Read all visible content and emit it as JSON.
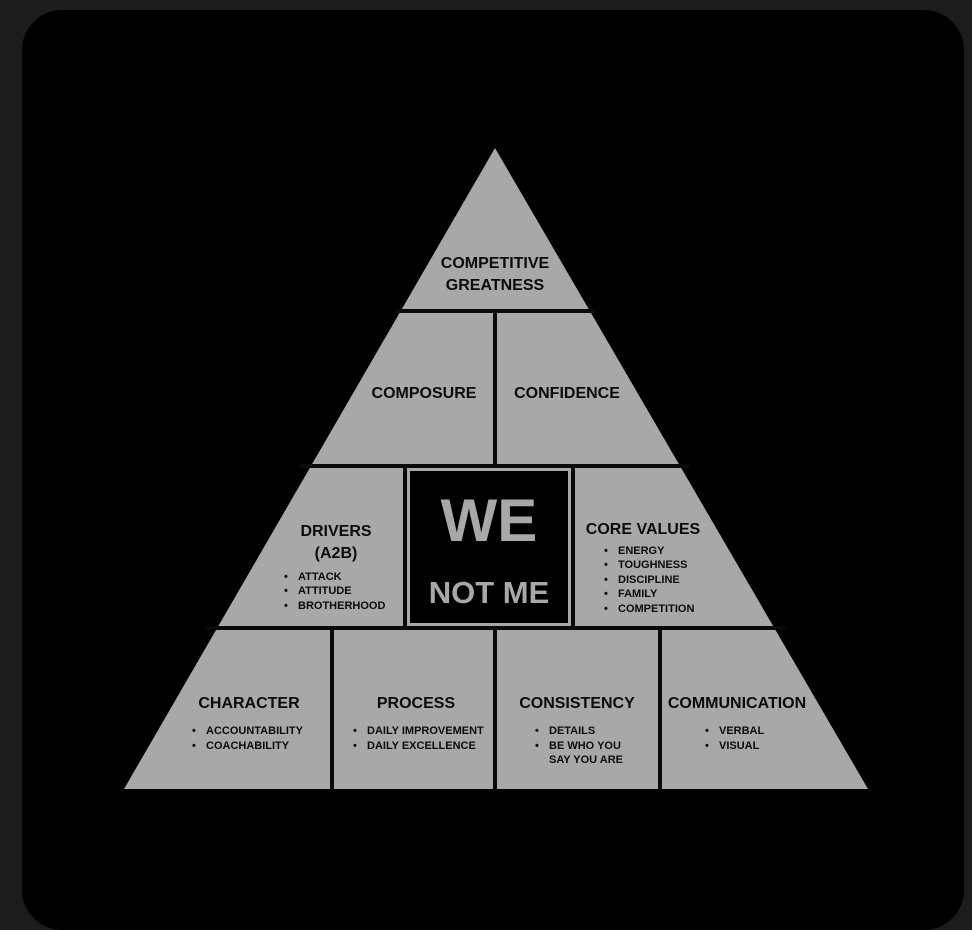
{
  "colors": {
    "page_bg": "#1c1c1c",
    "card_bg": "#000000",
    "block_fill": "#a8a8a8",
    "line": "#0b0b0b",
    "center_bg": "#000000",
    "center_text": "#a8a8a8"
  },
  "pyramid": {
    "apex": {
      "title_lines": [
        "COMPETITIVE",
        "GREATNESS"
      ]
    },
    "tier2": [
      {
        "title": "COMPOSURE"
      },
      {
        "title": "CONFIDENCE"
      }
    ],
    "tier3": {
      "left": {
        "title_lines": [
          "DRIVERS",
          "(A2B)"
        ],
        "bullets": [
          "ATTACK",
          "ATTITUDE",
          "BROTHERHOOD"
        ]
      },
      "center": {
        "line1": "WE",
        "line2": "NOT ME"
      },
      "right": {
        "title": "CORE VALUES",
        "bullets": [
          "ENERGY",
          "TOUGHNESS",
          "DISCIPLINE",
          "FAMILY",
          "COMPETITION"
        ]
      }
    },
    "tier4": [
      {
        "title": "CHARACTER",
        "bullets": [
          "ACCOUNTABILITY",
          "COACHABILITY"
        ]
      },
      {
        "title": "PROCESS",
        "bullets": [
          "DAILY IMPROVEMENT",
          "DAILY EXCELLENCE"
        ]
      },
      {
        "title": "CONSISTENCY",
        "bullets": [
          "DETAILS",
          "BE WHO YOU",
          "SAY YOU ARE"
        ]
      },
      {
        "title": "COMMUNICATION",
        "bullets": [
          "VERBAL",
          "VISUAL"
        ]
      }
    ]
  }
}
